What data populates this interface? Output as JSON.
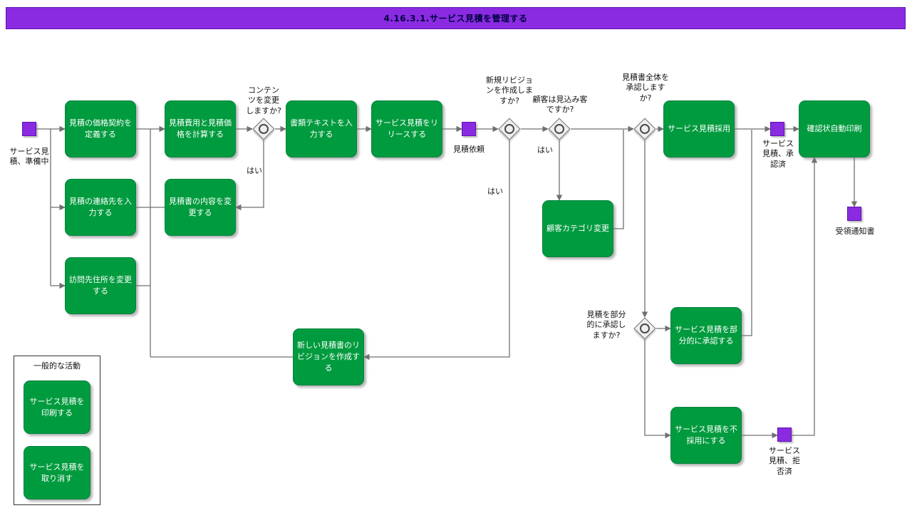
{
  "header": {
    "title": "4.16.3.1.サービス見積を管理する"
  },
  "colors": {
    "header_bg": "#8a2be2",
    "task_fill": "#009b3e",
    "event_fill": "#8a2be2",
    "gateway_fill": "#efefef",
    "connector": "#707070"
  },
  "tasks": [
    {
      "label": "見積の価格契約を定義する"
    },
    {
      "label": "見積の連絡先を入力する"
    },
    {
      "label": "訪問先住所を変更する"
    },
    {
      "label": "見積費用と見積価格を計算する"
    },
    {
      "label": "見積書の内容を変更する"
    },
    {
      "label": "書類テキストを入力する"
    },
    {
      "label": "サービス見積をリリースする"
    },
    {
      "label": "顧客カテゴリ変更"
    },
    {
      "label": "サービス見積採用"
    },
    {
      "label": "確認状自動印刷"
    },
    {
      "label": "サービス見積を部分的に承認する"
    },
    {
      "label": "サービス見積を不採用にする"
    },
    {
      "label": "新しい見積書のリビジョンを作成する"
    }
  ],
  "events": [
    {
      "label": "サービス見積、準備中"
    },
    {
      "label": "見積依頼"
    },
    {
      "label": "サービス見積、承認済"
    },
    {
      "label": "受領通知書"
    },
    {
      "label": "サービス見積、拒否済"
    }
  ],
  "gateways": [
    {
      "question": "コンテンツを変更しますか?",
      "yes_label": "はい"
    },
    {
      "question": "新規リビジョンを作成しますか?",
      "yes_label": "はい"
    },
    {
      "question": "顧客は見込み客ですか?",
      "yes_label": "はい"
    },
    {
      "question": "見積書全体を承認しますか?"
    },
    {
      "question": "見積を部分的に承認しますか?"
    }
  ],
  "legend": {
    "title": "一般的な活動",
    "items": [
      {
        "label": "サービス見積を印刷する"
      },
      {
        "label": "サービス見積を取り消す"
      }
    ]
  }
}
